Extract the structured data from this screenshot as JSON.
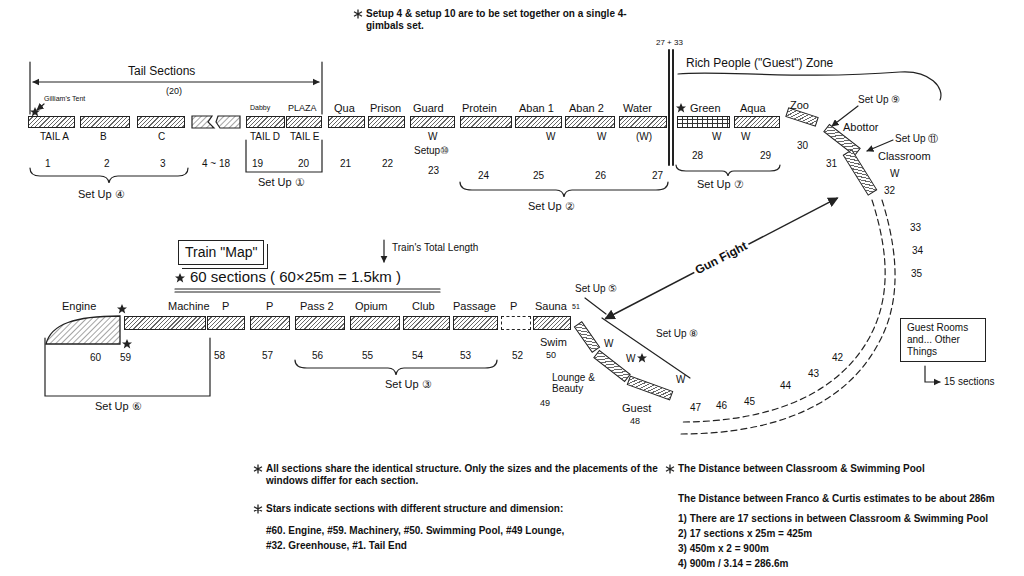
{
  "diagram": {
    "nodes": [
      {
        "text": [
          "TAIL A"
        ]
      },
      {
        "text": [
          "B"
        ]
      },
      {
        "text": [
          "C"
        ]
      },
      {
        "text": [
          "Dabby",
          "TAIL D"
        ]
      },
      {
        "text": [
          "PLAZA",
          "TAIL E"
        ]
      },
      {
        "text": [
          "Qua"
        ]
      },
      {
        "text": [
          "Prison"
        ]
      },
      {
        "text": [
          "Guard"
        ]
      },
      {
        "text": [
          "Protein"
        ]
      },
      {
        "text": [
          "Aban 1"
        ]
      },
      {
        "text": [
          "Aban 2"
        ]
      },
      {
        "text": [
          "Water"
        ]
      },
      {
        "text": [
          "Green"
        ]
      },
      {
        "text": [
          "Aqua"
        ]
      },
      {
        "text": [
          "Zoo"
        ]
      },
      {
        "text": [
          "Abottor"
        ]
      },
      {
        "text": [
          "Classroom"
        ]
      },
      {
        "text": [
          "Guest Rooms and... Other Things"
        ]
      },
      {
        "text": [
          "Train \"Map\""
        ]
      },
      {
        "text": [
          "Engine"
        ]
      },
      {
        "text": [
          "Machine"
        ]
      },
      {
        "text": [
          "P"
        ]
      },
      {
        "text": [
          "P"
        ]
      },
      {
        "text": [
          "Pass 2"
        ]
      },
      {
        "text": [
          "Opium"
        ]
      },
      {
        "text": [
          "Club"
        ]
      },
      {
        "text": [
          "Passage"
        ]
      },
      {
        "text": [
          "P"
        ]
      },
      {
        "text": [
          "Sauna"
        ]
      },
      {
        "text": [
          "Swim"
        ]
      },
      {
        "text": [
          "Lounge & Beauty"
        ]
      },
      {
        "text": [
          "Guest"
        ]
      }
    ],
    "edges": [
      {
        "from": 16,
        "to": 29,
        "arrow": "both",
        "label": "Gun Fight"
      }
    ],
    "labels": [
      "Setup 4 & setup 10 are to be set together on a single 4-gimbals set.",
      "Tail Sections",
      "(20)",
      "Gilliam's Tent",
      "1",
      "2",
      "3",
      "4 ~ 18",
      "19",
      "20",
      "21",
      "22",
      "Set Up ④",
      "Set Up ①",
      "W",
      "Setup⑩",
      "23",
      "24",
      "W",
      "25",
      "W",
      "26",
      "(W)",
      "27",
      "Set Up ②",
      "27 + 33",
      "Rich People (\"Guest\") Zone",
      "W",
      "W",
      "28",
      "29",
      "Set Up ⑦",
      "30",
      "Set Up ⑨",
      "31",
      "Set Up ⑪",
      "W",
      "32",
      "33",
      "34",
      "35",
      "15 sections",
      "Train's Total Length",
      "60 sections ( 60×25m = 1.5km )",
      "60",
      "59",
      "58",
      "57",
      "56",
      "55",
      "54",
      "53",
      "52",
      "51",
      "Set Up ⑤",
      "W",
      "50",
      "Set Up ⑧",
      "W",
      "49",
      "W",
      "48",
      "47",
      "46",
      "45",
      "44",
      "43",
      "42",
      "Set Up ③",
      "Set Up ⑥",
      "All sections share the identical structure. Only the sizes and the placements of the windows differ for each section.",
      "Stars indicate sections with different structure and dimension:",
      "#60. Engine, #59. Machinery, #50. Swimming Pool, #49 Lounge,",
      "#32. Greenhouse, #1. Tail End",
      "The Distance between Classroom & Swimming Pool",
      "The Distance between Franco & Curtis estimates to be about 286m",
      "1) There are 17 sections in between Classroom & Swimming Pool",
      "2) 17 sections x 25m = 425m",
      "3) 450m x 2 = 900m",
      "4) 900m / 3.14 = 286.6m"
    ]
  }
}
